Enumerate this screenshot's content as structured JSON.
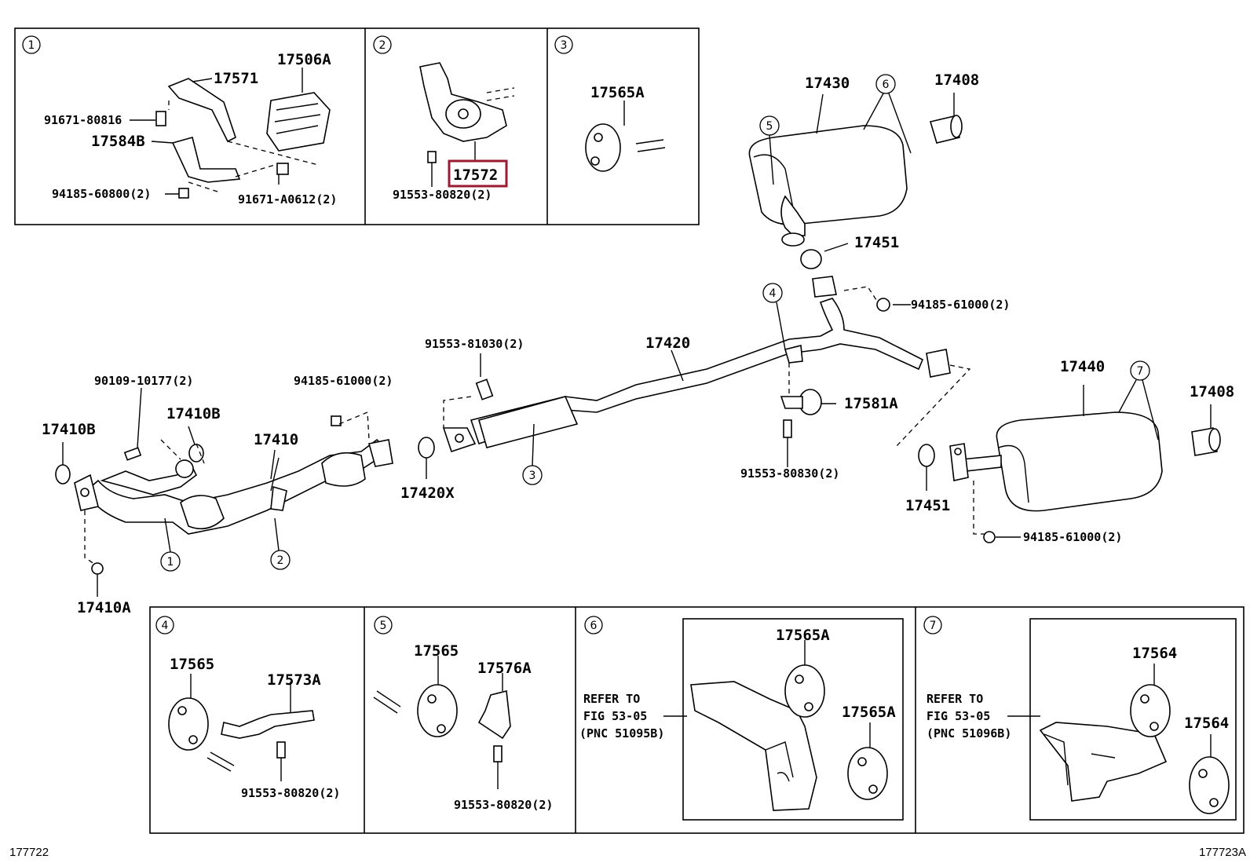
{
  "figure": {
    "left_code": "177722",
    "right_code": "177723A"
  },
  "insets": {
    "inset1": {
      "num": "1",
      "labels": [
        "17506A",
        "17571",
        "91671-80816",
        "17584B",
        "94185-60800(2)",
        "91671-A0612(2)"
      ]
    },
    "inset2": {
      "num": "2",
      "highlight": "17572",
      "labels": [
        "91553-80820(2)"
      ]
    },
    "inset3": {
      "num": "3",
      "labels": [
        "17565A"
      ]
    },
    "inset4": {
      "num": "4",
      "labels": [
        "17565",
        "17573A",
        "91553-80820(2)"
      ]
    },
    "inset5": {
      "num": "5",
      "labels": [
        "17565",
        "17576A",
        "91553-80820(2)"
      ]
    },
    "inset6": {
      "num": "6",
      "refer": [
        "REFER TO",
        "FIG 53-05",
        "(PNC 51095B)"
      ],
      "labels": [
        "17565A",
        "17565A"
      ]
    },
    "inset7": {
      "num": "7",
      "refer": [
        "REFER TO",
        "FIG 53-05",
        "(PNC 51096B)"
      ],
      "labels": [
        "17564",
        "17564"
      ]
    }
  },
  "main": {
    "labels": {
      "p17430": "17430",
      "p17408a": "17408",
      "p17451a": "17451",
      "p94185a": "94185-61000(2)",
      "p17420": "17420",
      "p91553a": "91553-81030(2)",
      "p17581A": "17581A",
      "p91553b": "91553-80830(2)",
      "p17440": "17440",
      "p17408b": "17408",
      "p17451b": "17451",
      "p94185b": "94185-61000(2)",
      "p90109": "90109-10177(2)",
      "p94185c": "94185-61000(2)",
      "p17410Ba": "17410B",
      "p17410Bb": "17410B",
      "p17410": "17410",
      "p17420X": "17420X",
      "p17410A": "17410A"
    },
    "callouts": {
      "c1": "1",
      "c2": "2",
      "c3": "3",
      "c4": "4",
      "c5": "5",
      "c6": "6",
      "c7": "7"
    }
  },
  "colors": {
    "highlight": "#9b1b30",
    "line": "#000000"
  }
}
